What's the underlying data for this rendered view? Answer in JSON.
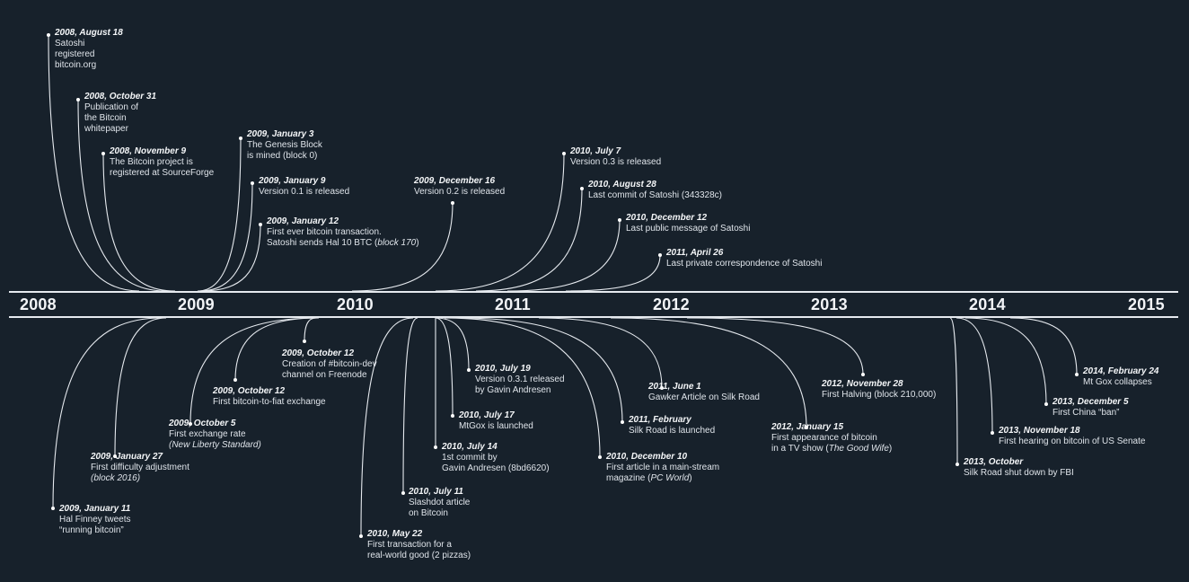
{
  "years": [
    "2008",
    "2009",
    "2010",
    "2011",
    "2012",
    "2013",
    "2014",
    "2015"
  ],
  "colors": {
    "background": "#17212b",
    "line": "#e6eaef",
    "text": "#dfe4ea"
  },
  "events_top": [
    {
      "id": "e1",
      "date": "2008, August 18",
      "desc": "Satoshi\nregistered\nbitcoin.org"
    },
    {
      "id": "e2",
      "date": "2008, October 31",
      "desc": "Publication of\nthe Bitcoin\nwhitepaper"
    },
    {
      "id": "e3",
      "date": "2008, November 9",
      "desc": "The Bitcoin project is\nregistered at SourceForge"
    },
    {
      "id": "e4",
      "date": "2009, January 3",
      "desc": "The Genesis Block\nis mined (block 0)"
    },
    {
      "id": "e5",
      "date": "2009, January 9",
      "desc": "Version 0.1 is released"
    },
    {
      "id": "e6",
      "date": "2009, January 12",
      "desc": "First ever bitcoin transaction.\nSatoshi sends Hal 10 BTC (",
      "desc_it": "block 170",
      "desc_tail": ")"
    },
    {
      "id": "e7",
      "date": "2009, December 16",
      "desc": "Version 0.2 is released"
    },
    {
      "id": "e8",
      "date": "2010, July 7",
      "desc": "Version 0.3 is released"
    },
    {
      "id": "e9",
      "date": "2010, August 28",
      "desc": "Last commit of Satoshi (343328c)"
    },
    {
      "id": "e10",
      "date": "2010, December 12",
      "desc": "Last public message of Satoshi"
    },
    {
      "id": "e11",
      "date": "2011, April 26",
      "desc": "Last private correspondence of Satoshi"
    }
  ],
  "events_bottom": [
    {
      "id": "b1",
      "date": "2009, January 11",
      "desc": "Hal Finney tweets\n“running bitcoin”"
    },
    {
      "id": "b2",
      "date": "2009, January 27",
      "desc": "First difficulty adjustment\n",
      "desc_it": "(block 2016)"
    },
    {
      "id": "b3",
      "date": "2009, October 5",
      "desc": "First exchange rate\n",
      "desc_it": "(New Liberty Standard)"
    },
    {
      "id": "b4",
      "date": "2009, October 12",
      "desc": "First bitcoin-to-fiat exchange"
    },
    {
      "id": "b5",
      "date": "2009, October 12",
      "desc": "Creation of #bitcoin-dev\nchannel on Freenode"
    },
    {
      "id": "b6",
      "date": "2010, May 22",
      "desc": "First transaction for a\nreal-world good (2 pizzas)"
    },
    {
      "id": "b7",
      "date": "2010, July 11",
      "desc": "Slashdot article\non Bitcoin"
    },
    {
      "id": "b8",
      "date": "2010, July 14",
      "desc": "1st commit by\nGavin Andresen (8bd6620)"
    },
    {
      "id": "b9",
      "date": "2010, July 17",
      "desc": "MtGox is launched"
    },
    {
      "id": "b10",
      "date": "2010, July 19",
      "desc": "Version 0.3.1 released\nby Gavin Andresen"
    },
    {
      "id": "b11",
      "date": "2010, December 10",
      "desc": "First article in a main-stream\nmagazine (",
      "desc_it": "PC World",
      "desc_tail": ")"
    },
    {
      "id": "b12",
      "date": "2011, February",
      "desc": "Silk Road is launched"
    },
    {
      "id": "b13",
      "date": "2011, June 1",
      "desc": "Gawker Article on Silk Road"
    },
    {
      "id": "b14",
      "date": "2012, January 15",
      "desc": "First appearance of bitcoin\nin a TV show (",
      "desc_it": "The Good Wife",
      "desc_tail": ")"
    },
    {
      "id": "b15",
      "date": "2012, November 28",
      "desc": "First Halving (block 210,000)"
    },
    {
      "id": "b16",
      "date": "2013, October",
      "desc": "Silk Road shut down by FBI"
    },
    {
      "id": "b17",
      "date": "2013, November 18",
      "desc": "First hearing on bitcoin of US Senate"
    },
    {
      "id": "b18",
      "date": "2013, December 5",
      "desc": "First China “ban”"
    },
    {
      "id": "b19",
      "date": "2014, February 24",
      "desc": "Mt Gox collapses"
    }
  ]
}
